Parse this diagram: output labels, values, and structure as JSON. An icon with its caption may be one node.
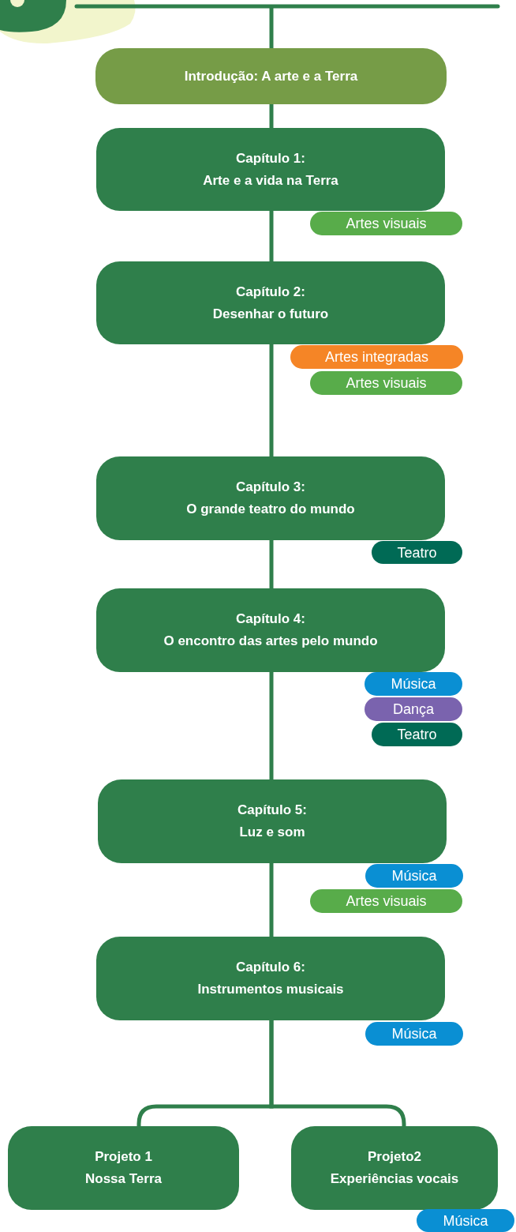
{
  "diagram": {
    "nodes": [
      {
        "text": [
          "Introdução: A arte e a Terra"
        ]
      },
      {
        "text": [
          "Capítulo 1:",
          "Arte e a vida na Terra"
        ]
      },
      {
        "text": [
          "Artes visuais"
        ]
      },
      {
        "text": [
          "Capítulo 2:",
          "Desenhar o futuro"
        ]
      },
      {
        "text": [
          "Artes integradas"
        ]
      },
      {
        "text": [
          "Artes visuais"
        ]
      },
      {
        "text": [
          "Capítulo 3:",
          "O grande teatro do mundo"
        ]
      },
      {
        "text": [
          "Teatro"
        ]
      },
      {
        "text": [
          "Capítulo 4:",
          "O encontro das artes pelo mundo"
        ]
      },
      {
        "text": [
          "Música"
        ]
      },
      {
        "text": [
          "Dança"
        ]
      },
      {
        "text": [
          "Teatro"
        ]
      },
      {
        "text": [
          "Capítulo 5:",
          "Luz e som"
        ]
      },
      {
        "text": [
          "Música"
        ]
      },
      {
        "text": [
          "Artes visuais"
        ]
      },
      {
        "text": [
          "Capítulo 6:",
          "Instrumentos musicais"
        ]
      },
      {
        "text": [
          "Música"
        ]
      },
      {
        "text": [
          "Projeto 1",
          "Nossa Terra"
        ]
      },
      {
        "text": [
          "Projeto2",
          "Experiências vocais"
        ]
      },
      {
        "text": [
          "Música"
        ]
      }
    ],
    "edges": [
      {
        "from": null,
        "to": 0,
        "arrow": "none"
      },
      {
        "from": 0,
        "to": 1,
        "arrow": "none"
      },
      {
        "from": 1,
        "to": 3,
        "arrow": "none"
      },
      {
        "from": 3,
        "to": 6,
        "arrow": "none"
      },
      {
        "from": 6,
        "to": 8,
        "arrow": "none"
      },
      {
        "from": 8,
        "to": 12,
        "arrow": "none"
      },
      {
        "from": 12,
        "to": 15,
        "arrow": "none"
      },
      {
        "from": 15,
        "to": 17,
        "arrow": "none"
      },
      {
        "from": 15,
        "to": 18,
        "arrow": "none"
      }
    ]
  }
}
